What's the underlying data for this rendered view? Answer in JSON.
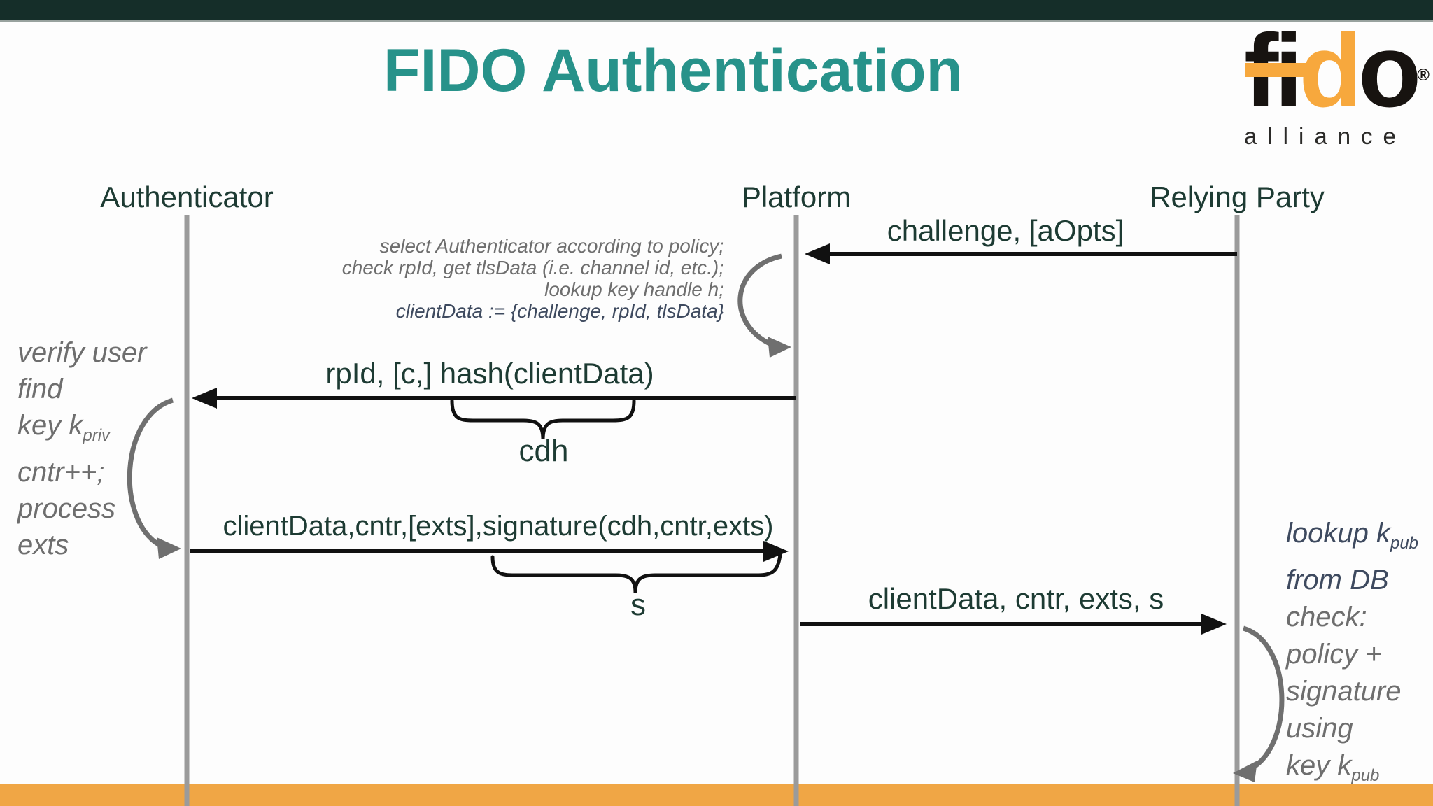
{
  "header": {
    "title": "FIDO Authentication"
  },
  "logo": {
    "letter_f": "f",
    "letter_i": "i",
    "letter_d": "d",
    "letter_o": "o",
    "registered": "®",
    "subtext": "alliance"
  },
  "lanes": {
    "authenticator": "Authenticator",
    "platform": "Platform",
    "relying_party": "Relying Party"
  },
  "messages": {
    "challenge": "challenge, [aOpts]",
    "rpid_hash": "rpId, [c,] hash(clientData)",
    "client_data_sig": "clientData,cntr,[exts],signature(cdh,cntr,exts)",
    "client_data_fwd": "clientData, cntr, exts, s"
  },
  "platform_note": {
    "line1": "select Authenticator according to policy;",
    "line2": "check rpId, get tlsData (i.e. channel id, etc.);",
    "line3": "lookup key handle h;",
    "line4": "clientData := {challenge, rpId, tlsData}"
  },
  "authenticator_note": {
    "line1": "verify user",
    "line2": "find",
    "line3_main": "key k",
    "line3_sub": "priv",
    "line4": "cntr++;",
    "line5": "process",
    "line6": "exts"
  },
  "rp_note": {
    "line1_main": "lookup k",
    "line1_sub": "pub",
    "line2": "from DB",
    "line3": "check:",
    "line4": "policy +",
    "line5": "signature",
    "line6": "using",
    "line7_main": "key k",
    "line7_sub": "pub"
  },
  "braces": {
    "cdh": "cdh",
    "s": "s"
  },
  "colors": {
    "top_bar": "#152e29",
    "title_teal": "#27928a",
    "label_dark_green": "#1d3b33",
    "note_gray": "#6e6e6e",
    "note_navy": "#3e4a5f",
    "lifeline_gray": "#9b9b9b",
    "loop_gray": "#6f6f6f",
    "arrow_black": "#111111",
    "footer_orange": "#f0a645",
    "logo_orange": "#f7a83d",
    "logo_black": "#171310"
  }
}
